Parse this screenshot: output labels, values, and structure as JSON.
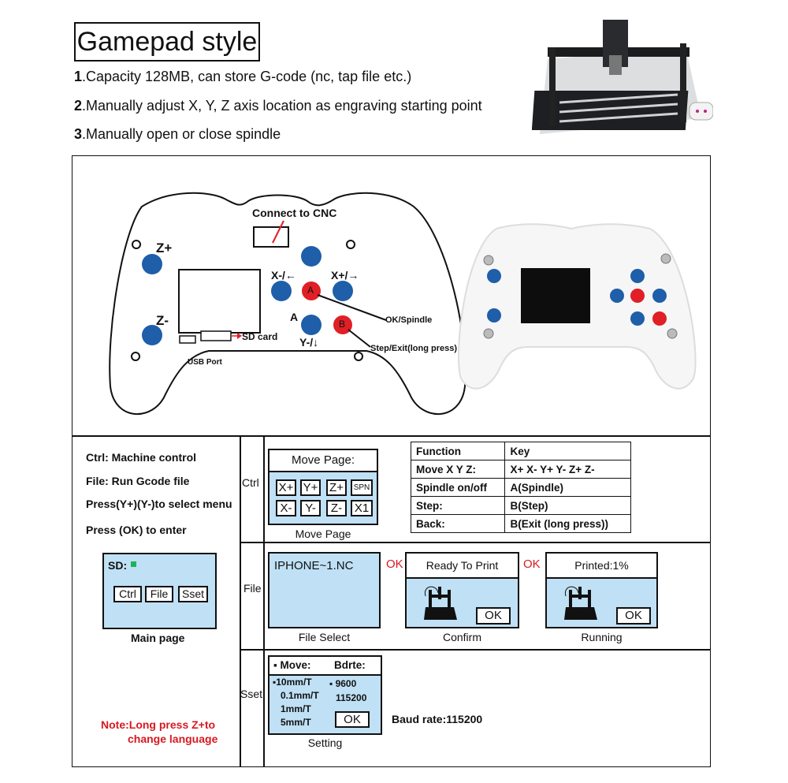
{
  "title": "Gamepad style",
  "features": [
    {
      "num": "1",
      "text": ".Capacity 128MB, can store G-code (nc, tap file etc.)"
    },
    {
      "num": "2",
      "text": ".Manually adjust X, Y, Z axis location as engraving starting point"
    },
    {
      "num": "3",
      "text": ".Manually open or close spindle"
    }
  ],
  "diagram": {
    "connect": "Connect to CNC",
    "zplus": "Z+",
    "zminus": "Z-",
    "xminus": "X-/←",
    "xplus": "X+/→",
    "a_btn": "A",
    "b_btn": "B",
    "a_label": "A",
    "yminus": "Y-/↓",
    "ok_spindle": "OK/Spindle",
    "step_exit": "Step/Exit(long press)",
    "sd_card": "SD card",
    "usb_port": "USB Port",
    "colors": {
      "blue": "#1f5ea8",
      "red": "#e01f26"
    }
  },
  "left_panel": {
    "lines": [
      "Ctrl:  Machine control",
      "File: Run Gcode file",
      "Press(Y+)(Y-)to select menu",
      "Press (OK) to enter"
    ],
    "main_screen": {
      "sd": "SD:",
      "buttons": [
        "Ctrl",
        "File",
        "Sset"
      ]
    },
    "main_caption": "Main page",
    "note_line1": "Note:Long press Z+to",
    "note_line2": "change language"
  },
  "ctrl_row": {
    "label": "Ctrl",
    "screen_title": "Move Page:",
    "keys_row1": [
      "X+",
      "Y+",
      "Z+",
      "SPN"
    ],
    "keys_row2": [
      "X-",
      "Y-",
      "Z-",
      "X1"
    ],
    "caption": "Move Page",
    "table": {
      "header": [
        "Function",
        "Key"
      ],
      "rows": [
        [
          "Move X Y Z:",
          "X+   X-  Y+  Y-  Z+  Z-"
        ],
        [
          "Spindle on/off",
          "A(Spindle)"
        ],
        [
          "Step:",
          "B(Step)"
        ],
        [
          "Back:",
          "B(Exit (long press))"
        ]
      ]
    }
  },
  "file_row": {
    "label": "File",
    "file_name": "IPHONE~1.NC",
    "file_caption": "File Select",
    "ok1": "OK",
    "confirm_title": "Ready To Print",
    "confirm_ok": "OK",
    "confirm_caption": "Confirm",
    "ok2": "OK",
    "running_title": "Printed:1%",
    "running_ok": "OK",
    "running_caption": "Running"
  },
  "sset_row": {
    "label": "Sset",
    "move_header": "▪ Move:",
    "bdrte_header": "Bdrte:",
    "steps": [
      "▪10mm/T",
      "0.1mm/T",
      "1mm/T",
      "5mm/T"
    ],
    "bauds": [
      "▪ 9600",
      "115200"
    ],
    "ok": "OK",
    "caption": "Setting",
    "baud_note": "Baud rate:115200"
  }
}
